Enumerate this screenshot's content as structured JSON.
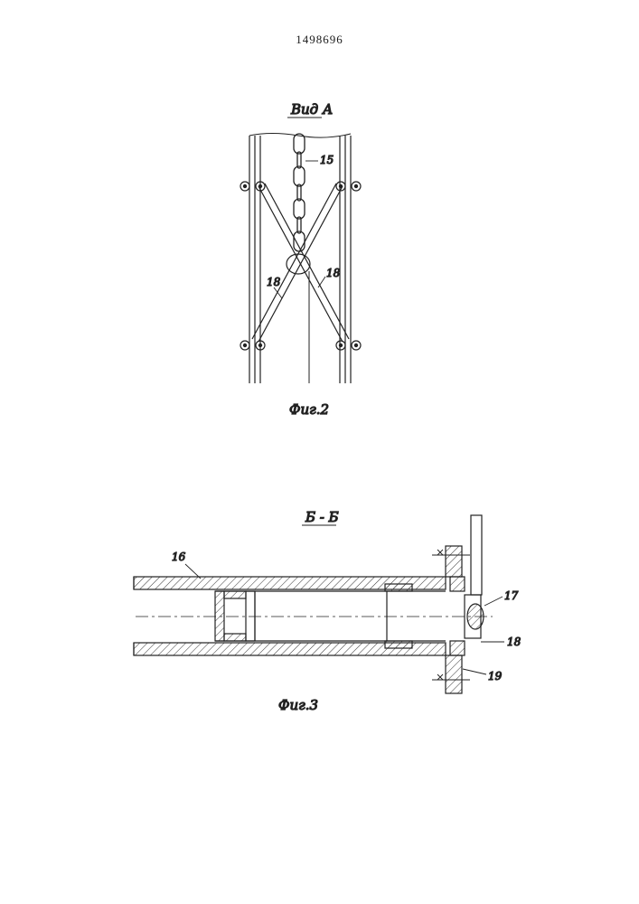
{
  "page_number": "1498696",
  "figure2": {
    "view_title": "Вид А",
    "caption": "Фиг.2",
    "labels": {
      "chain": "15",
      "brace_left": "18",
      "brace_right": "18"
    }
  },
  "figure3": {
    "section_title": "Б - Б",
    "caption": "Фиг.3",
    "labels": {
      "pipe": "16",
      "bolt": "17",
      "plate": "18",
      "flange": "19"
    }
  }
}
